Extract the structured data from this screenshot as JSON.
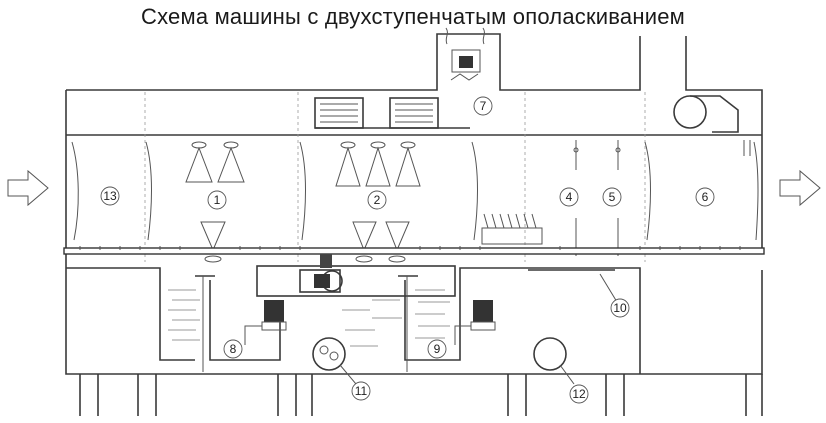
{
  "title": "Схема машины с двухступенчатым ополаскиванием",
  "labels": {
    "n1": "1",
    "n2": "2",
    "n4": "4",
    "n5": "5",
    "n6": "6",
    "n7": "7",
    "n8": "8",
    "n9": "9",
    "n10": "10",
    "n11": "11",
    "n12": "12",
    "n13": "13"
  },
  "colors": {
    "line": "#3a3a3a",
    "motor": "#2b2b2b",
    "background": "#ffffff"
  }
}
